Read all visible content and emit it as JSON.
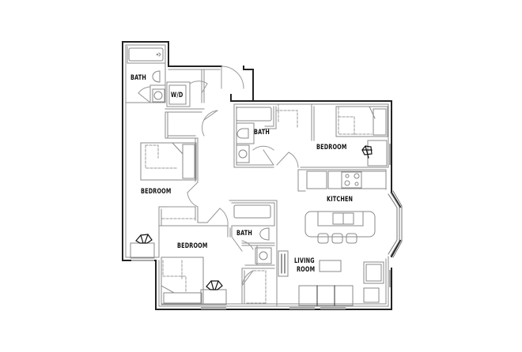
{
  "floorplan": {
    "colors": {
      "wall_outer": "#222222",
      "wall_inner": "#8c8c8c",
      "fixture": "#9a9a9a",
      "window": "#9a9a9a",
      "background": "#ffffff"
    },
    "rooms": [
      {
        "id": "bath-1",
        "label": "BATH"
      },
      {
        "id": "laundry",
        "label": "W/D"
      },
      {
        "id": "bath-2",
        "label": "BATH"
      },
      {
        "id": "bedroom-1",
        "label": "BEDROOM"
      },
      {
        "id": "bedroom-2",
        "label": "BEDROOM"
      },
      {
        "id": "kitchen",
        "label": "KITCHEN"
      },
      {
        "id": "bath-3",
        "label": "BATH"
      },
      {
        "id": "bedroom-3",
        "label": "BEDROOM"
      },
      {
        "id": "living",
        "label_line1": "LIVING",
        "label_line2": "ROOM"
      }
    ]
  }
}
